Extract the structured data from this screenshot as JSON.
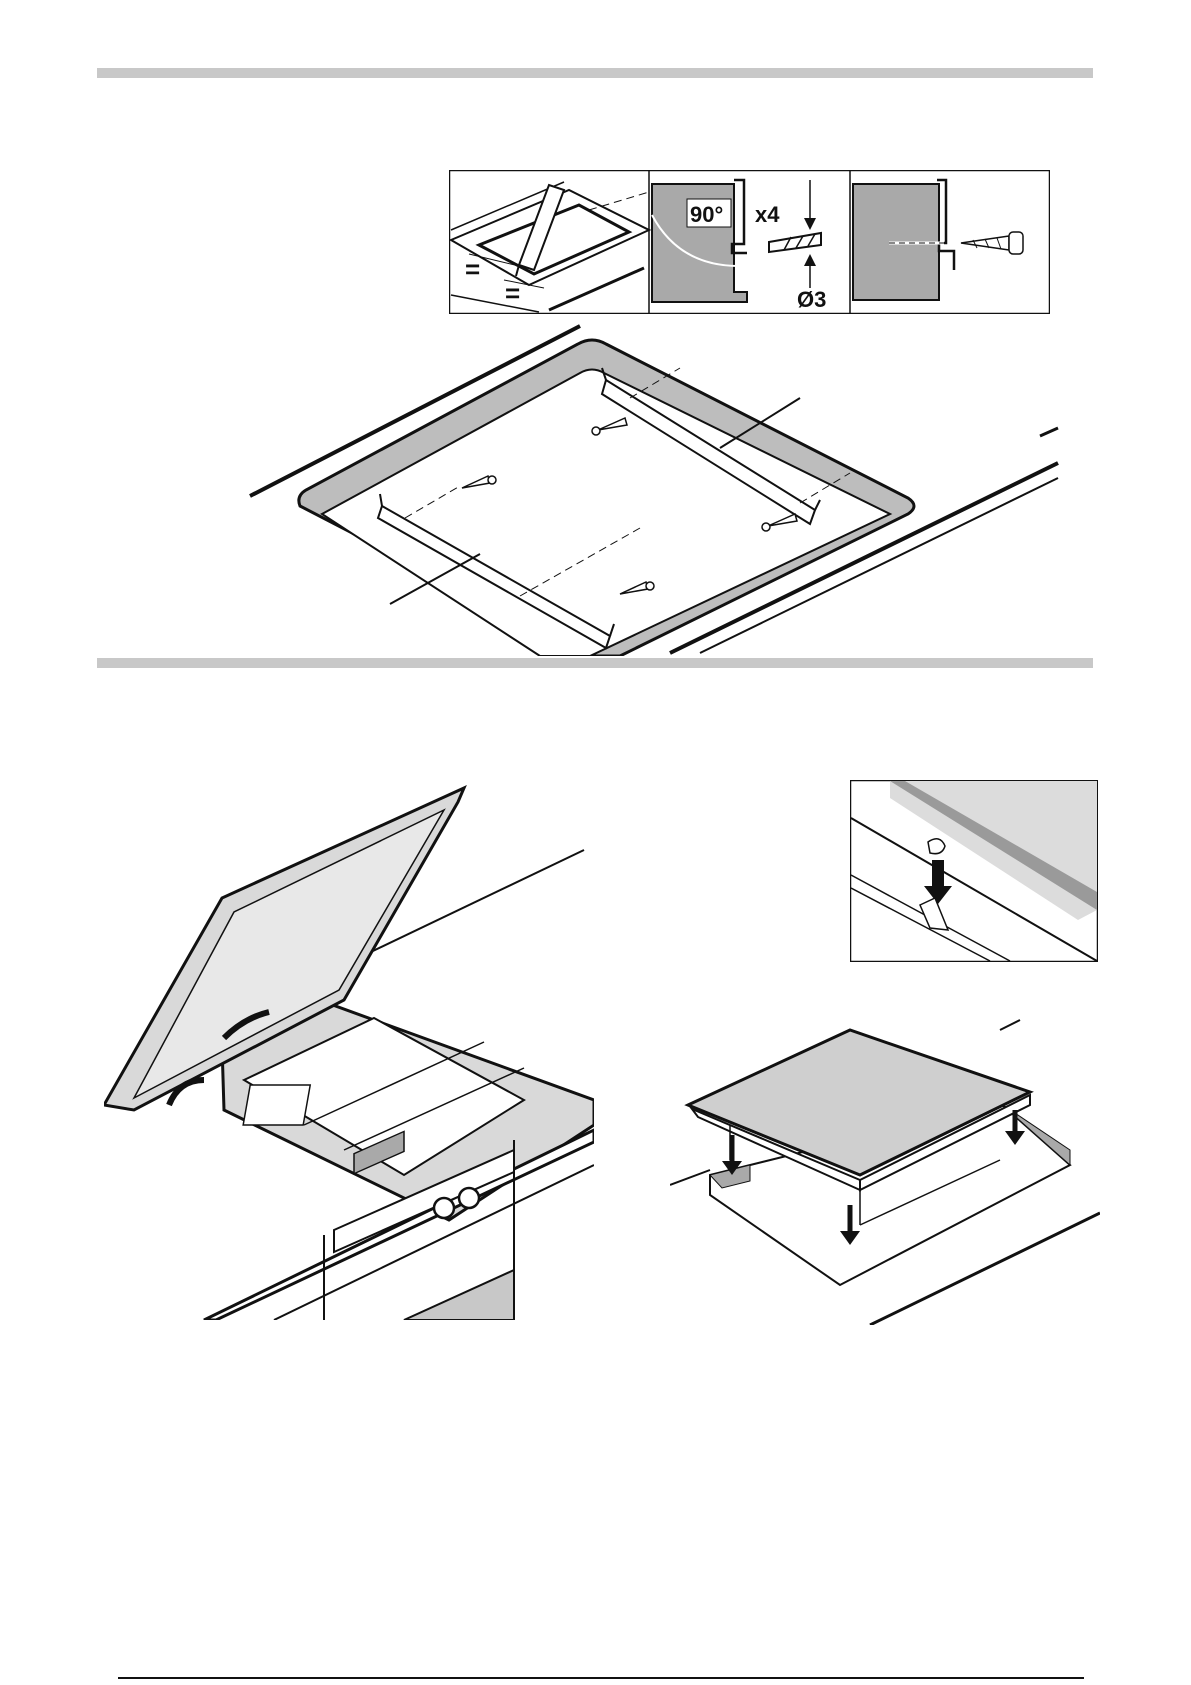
{
  "inset_labels": {
    "equal_1": "=",
    "equal_2": "=",
    "angle": "90°",
    "count": "x4",
    "diameter": "Ø3"
  },
  "colors": {
    "rule": "#c8c8c8",
    "cabinet_gray": "#a9a9a9",
    "surface_gray": "#d9d9d9",
    "line": "#111111"
  },
  "icons": [
    "pencil-icon",
    "drill-bit-icon",
    "screw-icon",
    "arrow-down-icon"
  ]
}
